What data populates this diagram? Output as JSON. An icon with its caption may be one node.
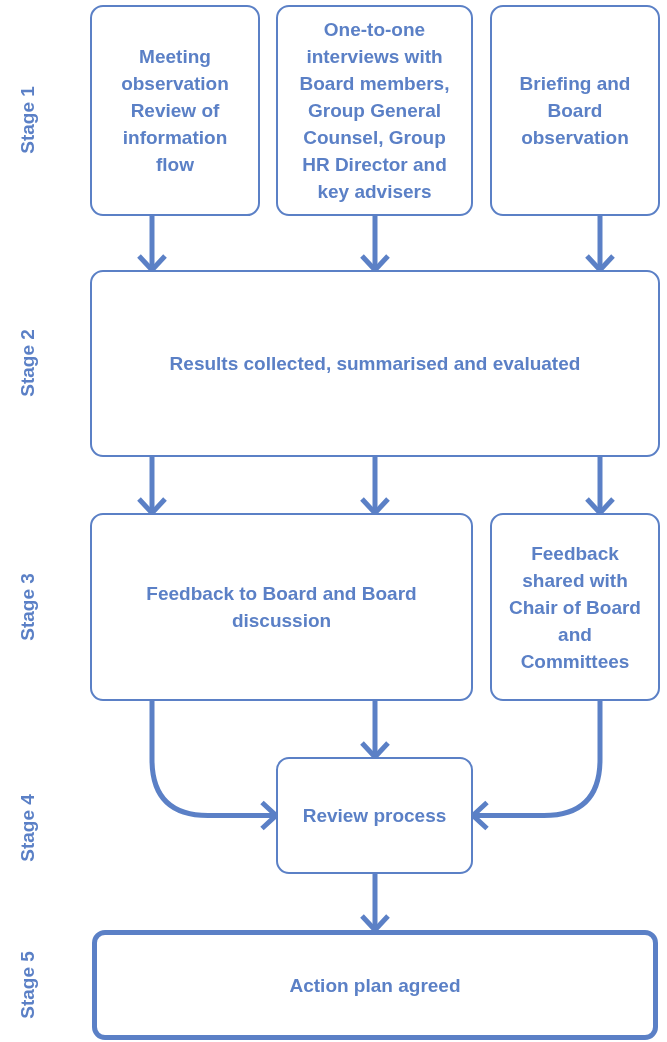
{
  "diagram": {
    "nodes": [
      {
        "text": [
          "Meeting observation",
          "Review of information flow"
        ]
      },
      {
        "text": [
          "One-to-one interviews with Board members, Group General Counsel, Group HR Director and key advisers"
        ]
      },
      {
        "text": [
          "Briefing and Board observation"
        ]
      },
      {
        "text": [
          "Results collected, summarised and evaluated"
        ]
      },
      {
        "text": [
          "Feedback to Board and Board discussion"
        ]
      },
      {
        "text": [
          "Feedback shared with Chair of Board and Committees"
        ]
      },
      {
        "text": [
          "Review process"
        ]
      },
      {
        "text": [
          "Action plan agreed"
        ]
      }
    ],
    "edges": [
      {
        "from": 0,
        "to": 3,
        "arrow": "to"
      },
      {
        "from": 1,
        "to": 3,
        "arrow": "to"
      },
      {
        "from": 2,
        "to": 3,
        "arrow": "to"
      },
      {
        "from": 3,
        "to": 4,
        "arrow": "to"
      },
      {
        "from": 3,
        "to": 4,
        "arrow": "to"
      },
      {
        "from": 3,
        "to": 5,
        "arrow": "to"
      },
      {
        "from": 4,
        "to": 6,
        "arrow": "to"
      },
      {
        "from": 4,
        "to": 6,
        "arrow": "to"
      },
      {
        "from": 5,
        "to": 6,
        "arrow": "to"
      },
      {
        "from": 6,
        "to": 7,
        "arrow": "to"
      }
    ],
    "labels": [
      "Stage 1",
      "Stage 2",
      "Stage 3",
      "Stage 4",
      "Stage 5"
    ]
  }
}
